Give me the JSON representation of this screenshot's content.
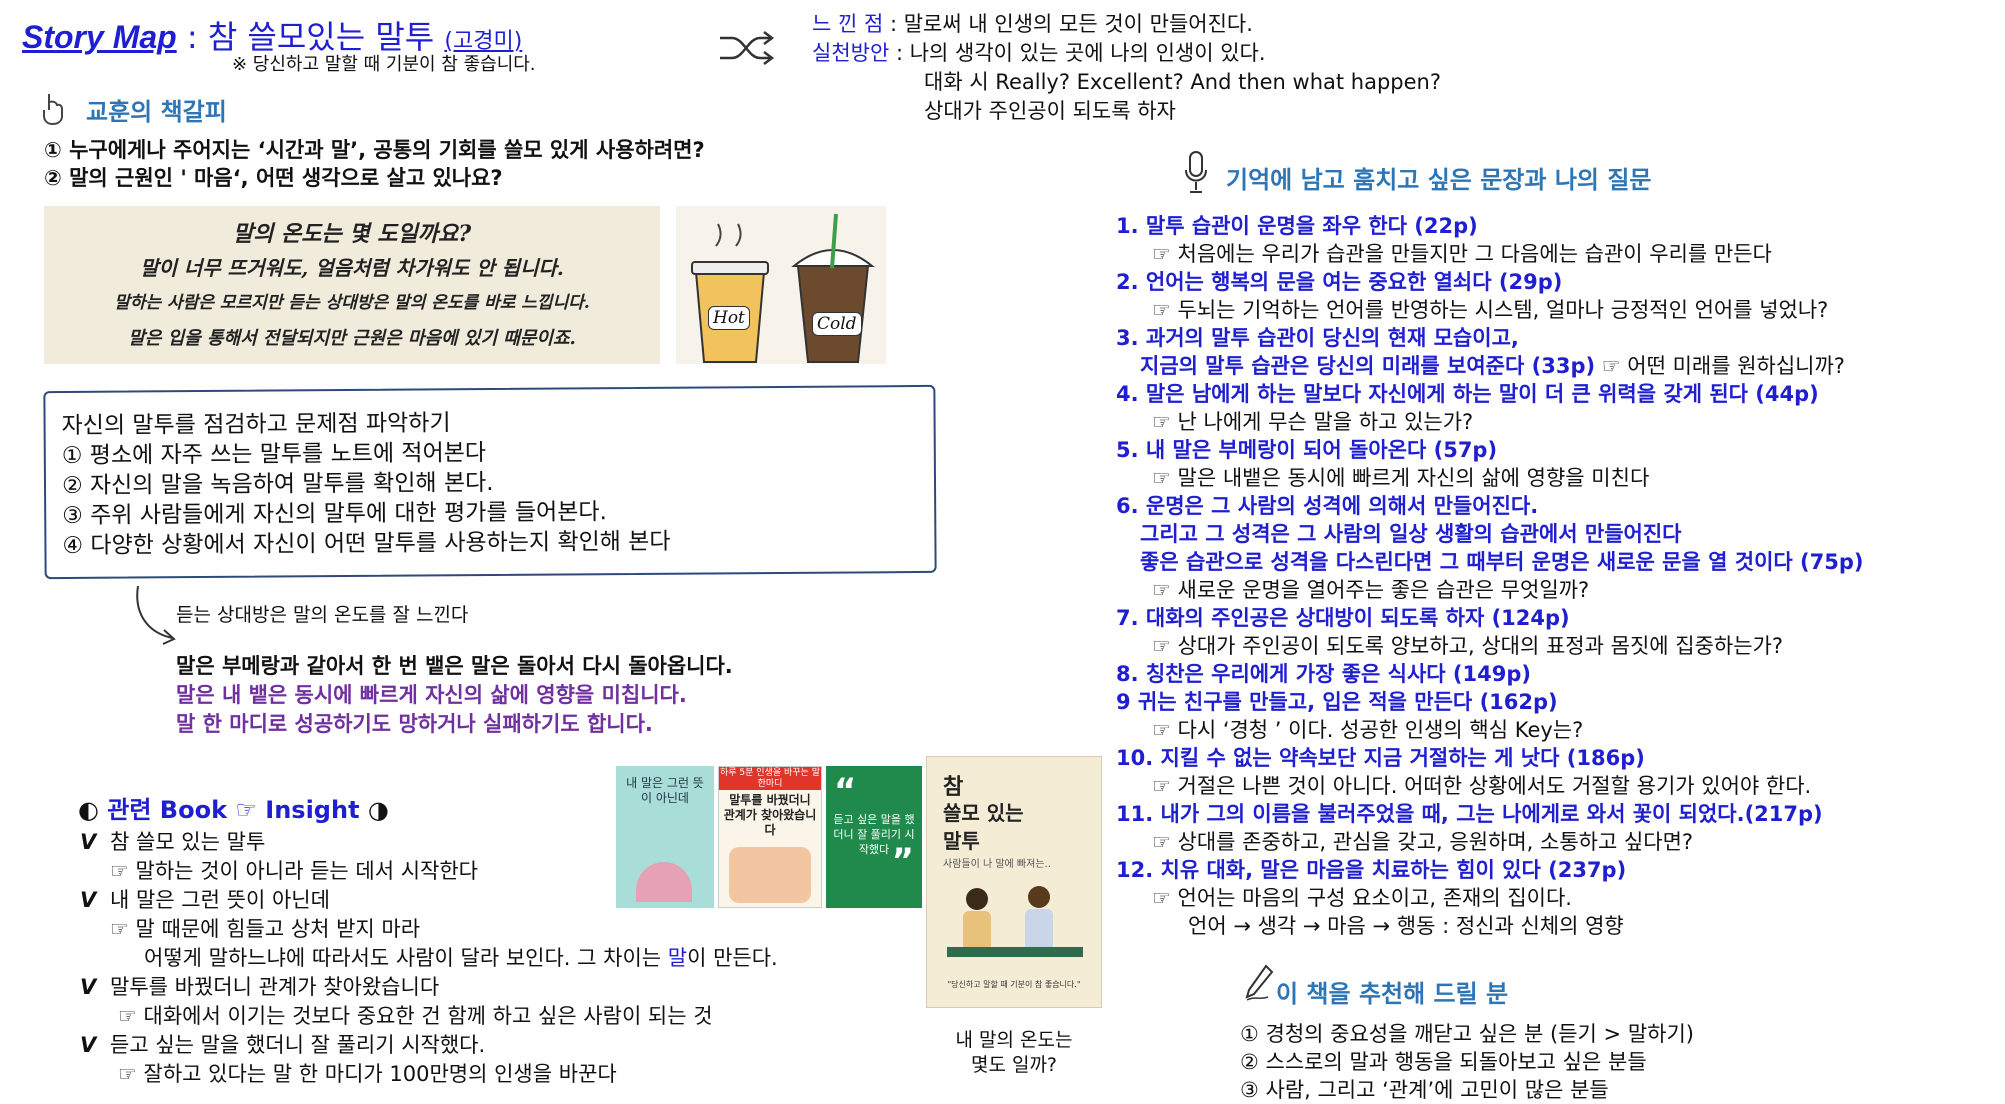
{
  "header": {
    "story_map": "Story Map",
    "colon": " : ",
    "book_title": "참 쓸모있는 말투",
    "author": "(고경미)",
    "subnote": "※ 당신하고 말할 때 기분이 참 좋습니다."
  },
  "reflection": {
    "feel_label": "느 낀 점",
    "feel_text": " : 말로써 내 인생의 모든 것이 만들어진다.",
    "plan_label": "실천방안",
    "plan_text": " : 나의 생각이 있는 곳에 나의 인생이 있다.",
    "plan_line2": "대화 시 Really? Excellent? And then what happen?",
    "plan_line3": "상대가 주인공이 되도록 하자"
  },
  "lesson": {
    "heading": "교훈의 책갈피",
    "q1": "① 누구에게나 주어지는 ‘시간과 말’, 공통의 기회를 쓸모 있게 사용하려면?",
    "q2": "② 말의 근원인 ' 마음‘, 어떤 생각으로 살고 있나요?"
  },
  "handwriting": {
    "line1": "말의 온도는 몇 도일까요?",
    "line2": "말이 너무 뜨거워도, 얼음처럼 차가워도 안 됩니다.",
    "line3": "말하는 사람은 모르지만 듣는 상대방은 말의 온도를 바로 느낍니다.",
    "line4": "말은 입을 통해서 전달되지만 근원은 마음에 있기 때문이죠.",
    "cup_hot": "Hot",
    "cup_cold": "Cold"
  },
  "checklist": {
    "title": "자신의 말투를 점검하고 문제점 파악하기",
    "items": [
      "① 평소에 자주 쓰는 말투를 노트에 적어본다",
      "② 자신의 말을 녹음하여 말투를 확인해 본다.",
      "③ 주위 사람들에게 자신의 말투에 대한 평가를 들어본다.",
      "④ 다양한 상황에서 자신이 어떤 말투를 사용하는지 확인해 본다"
    ]
  },
  "listener_note": "듣는 상대방은 말의 온도를 잘 느낀다",
  "quote": {
    "line1": "말은 부메랑과 같아서 한 번 뱉은 말은 돌아서 다시 돌아옵니다.",
    "line2": "말은 내 뱉은 동시에 빠르게 자신의 삶에 영향을 미칩니다.",
    "line3": "말 한 마디로 성공하기도 망하거나 실패하기도 합니다."
  },
  "related": {
    "heading_pre": "◐ ",
    "heading_a": "관련 Book ",
    "heading_b": "☞ Insight",
    "heading_post": " ◑",
    "items": [
      {
        "mark": "V",
        "title": "참 쓸모 있는 말투",
        "notes": [
          "☞ 말하는 것이 아니라 듣는 데서 시작한다"
        ]
      },
      {
        "mark": "V",
        "title": "내 말은 그런 뜻이 아닌데",
        "notes": [
          "☞ 말 때문에 힘들고 상처 받지 마라"
        ]
      },
      {
        "mark": "V",
        "title": "말투를 바꿨더니 관계가 찾아왔습니다",
        "notes": [
          "☞ 대화에서 이기는 것보다 중요한 건 함께 하고 싶은 사람이 되는 것"
        ]
      },
      {
        "mark": "V",
        "title": "듣고 싶는 말을 했더니 잘 풀리기 시작했다.",
        "notes": [
          "☞ 잘하고 있다는 말 한 마디가 100만명의 인생을 바꾼다"
        ]
      }
    ],
    "extra_pre": "어떻게 말하느냐에 따라서도 사람이 달라 보인다. 그 차이는 ",
    "extra_word": "말",
    "extra_post": "이 만든다."
  },
  "covers": {
    "c1_title": "내 말은 그런 뜻이 아닌데",
    "c2_top": "하루 5분 인생을 바꾸는 말 한마디",
    "c2_title": "말투를 바꿨더니 관계가 찾아왔습니다",
    "c3_title": "듣고 싶은 말을 했더니 잘 풀리기 시작했다",
    "c4_a": "참",
    "c4_b": "쓸모 있는",
    "c4_c": "말투",
    "c4_sub": "사람들이 나 말에 빠져는..",
    "c4_bottom": "\"당신하고 말할 때 기분이 참 좋습니다.\"",
    "caption1": "내 말의 온도는",
    "caption2": "몇도 일까?"
  },
  "memorable": {
    "heading": "기억에 남고 훔치고 싶은 문장과 나의 질문",
    "entries": [
      {
        "h": [
          "1. 말투 습관이 운명을 좌우 한다 (22p)"
        ],
        "s": "☞ 처음에는 우리가 습관을 만들지만 그 다음에는 습관이 우리를 만든다"
      },
      {
        "h": [
          "2. 언어는 행복의 문을 여는 중요한 열쇠다 (29p)"
        ],
        "s": "☞ 두뇌는 기억하는 언어를 반영하는 시스템, 얼마나 긍정적인 언어를 넣었나?"
      },
      {
        "h": [
          "3. 과거의 말투 습관이 당신의 현재 모습이고,",
          "지금의 말투 습관은 당신의 미래를 보여준다 (33p)"
        ],
        "inline": " ☞ 어떤 미래를 원하십니까?",
        "s": ""
      },
      {
        "h": [
          "4. 말은 남에게 하는 말보다 자신에게 하는 말이 더 큰 위력을 갖게 된다 (44p)"
        ],
        "s": "☞ 난 나에게 무슨 말을 하고 있는가?"
      },
      {
        "h": [
          "5. 내 말은 부메랑이 되어 돌아온다 (57p)"
        ],
        "s": "☞ 말은 내뱉은 동시에 빠르게 자신의 삶에 영향을 미친다"
      },
      {
        "h": [
          "6. 운명은 그 사람의 성격에 의해서 만들어진다.",
          "그리고 그 성격은 그 사람의 일상 생활의 습관에서 만들어진다",
          "좋은 습관으로 성격을 다스린다면 그 때부터 운명은 새로운 문을 열 것이다 (75p)"
        ],
        "s": "☞ 새로운 운명을 열어주는 좋은 습관은 무엇일까?"
      },
      {
        "h": [
          "7. 대화의 주인공은 상대방이 되도록 하자 (124p)"
        ],
        "s": "☞ 상대가 주인공이 되도록 양보하고, 상대의 표정과 몸짓에 집중하는가?"
      },
      {
        "h": [
          "8. 칭찬은 우리에게 가장 좋은 식사다 (149p)"
        ],
        "s": ""
      },
      {
        "h": [
          "9 귀는 친구를 만들고, 입은 적을 만든다 (162p)"
        ],
        "s": "☞ 다시 ‘경청 ’ 이다. 성공한 인생의 핵심 Key는?"
      },
      {
        "h": [
          "10. 지킬 수 없는 약속보단 지금 거절하는 게 낫다 (186p)"
        ],
        "s": "☞ 거절은 나쁜 것이 아니다. 어떠한 상황에서도 거절할 용기가 있어야 한다."
      },
      {
        "h": [
          "11. 내가 그의 이름을 불러주었을 때, 그는 나에게로 와서 꽃이 되었다.(217p)"
        ],
        "s": "☞ 상대를 존중하고, 관심을 갖고, 응원하며, 소통하고 싶다면?"
      },
      {
        "h": [
          "12. 치유 대화, 말은 마음을 치료하는 힘이 있다 (237p)"
        ],
        "s": "☞ 언어는 마음의 구성 요소이고, 존재의 집이다."
      }
    ],
    "last_line": "언어 → 생각 → 마음 → 행동 : 정신과 신체의 영향"
  },
  "recommend": {
    "heading": "이 책을 추천해 드릴 분",
    "items": [
      "① 경청의 중요성을 깨닫고 싶은 분 (듣기 > 말하기)",
      "② 스스로의 말과 행동을 되돌아보고 싶은 분들",
      "③ 사람, 그리고 ‘관계’에 고민이 많은 분들"
    ]
  },
  "colors": {
    "blue": "#1f1fd1",
    "purple": "#7030a0",
    "heading_blue": "#2e75b6"
  }
}
